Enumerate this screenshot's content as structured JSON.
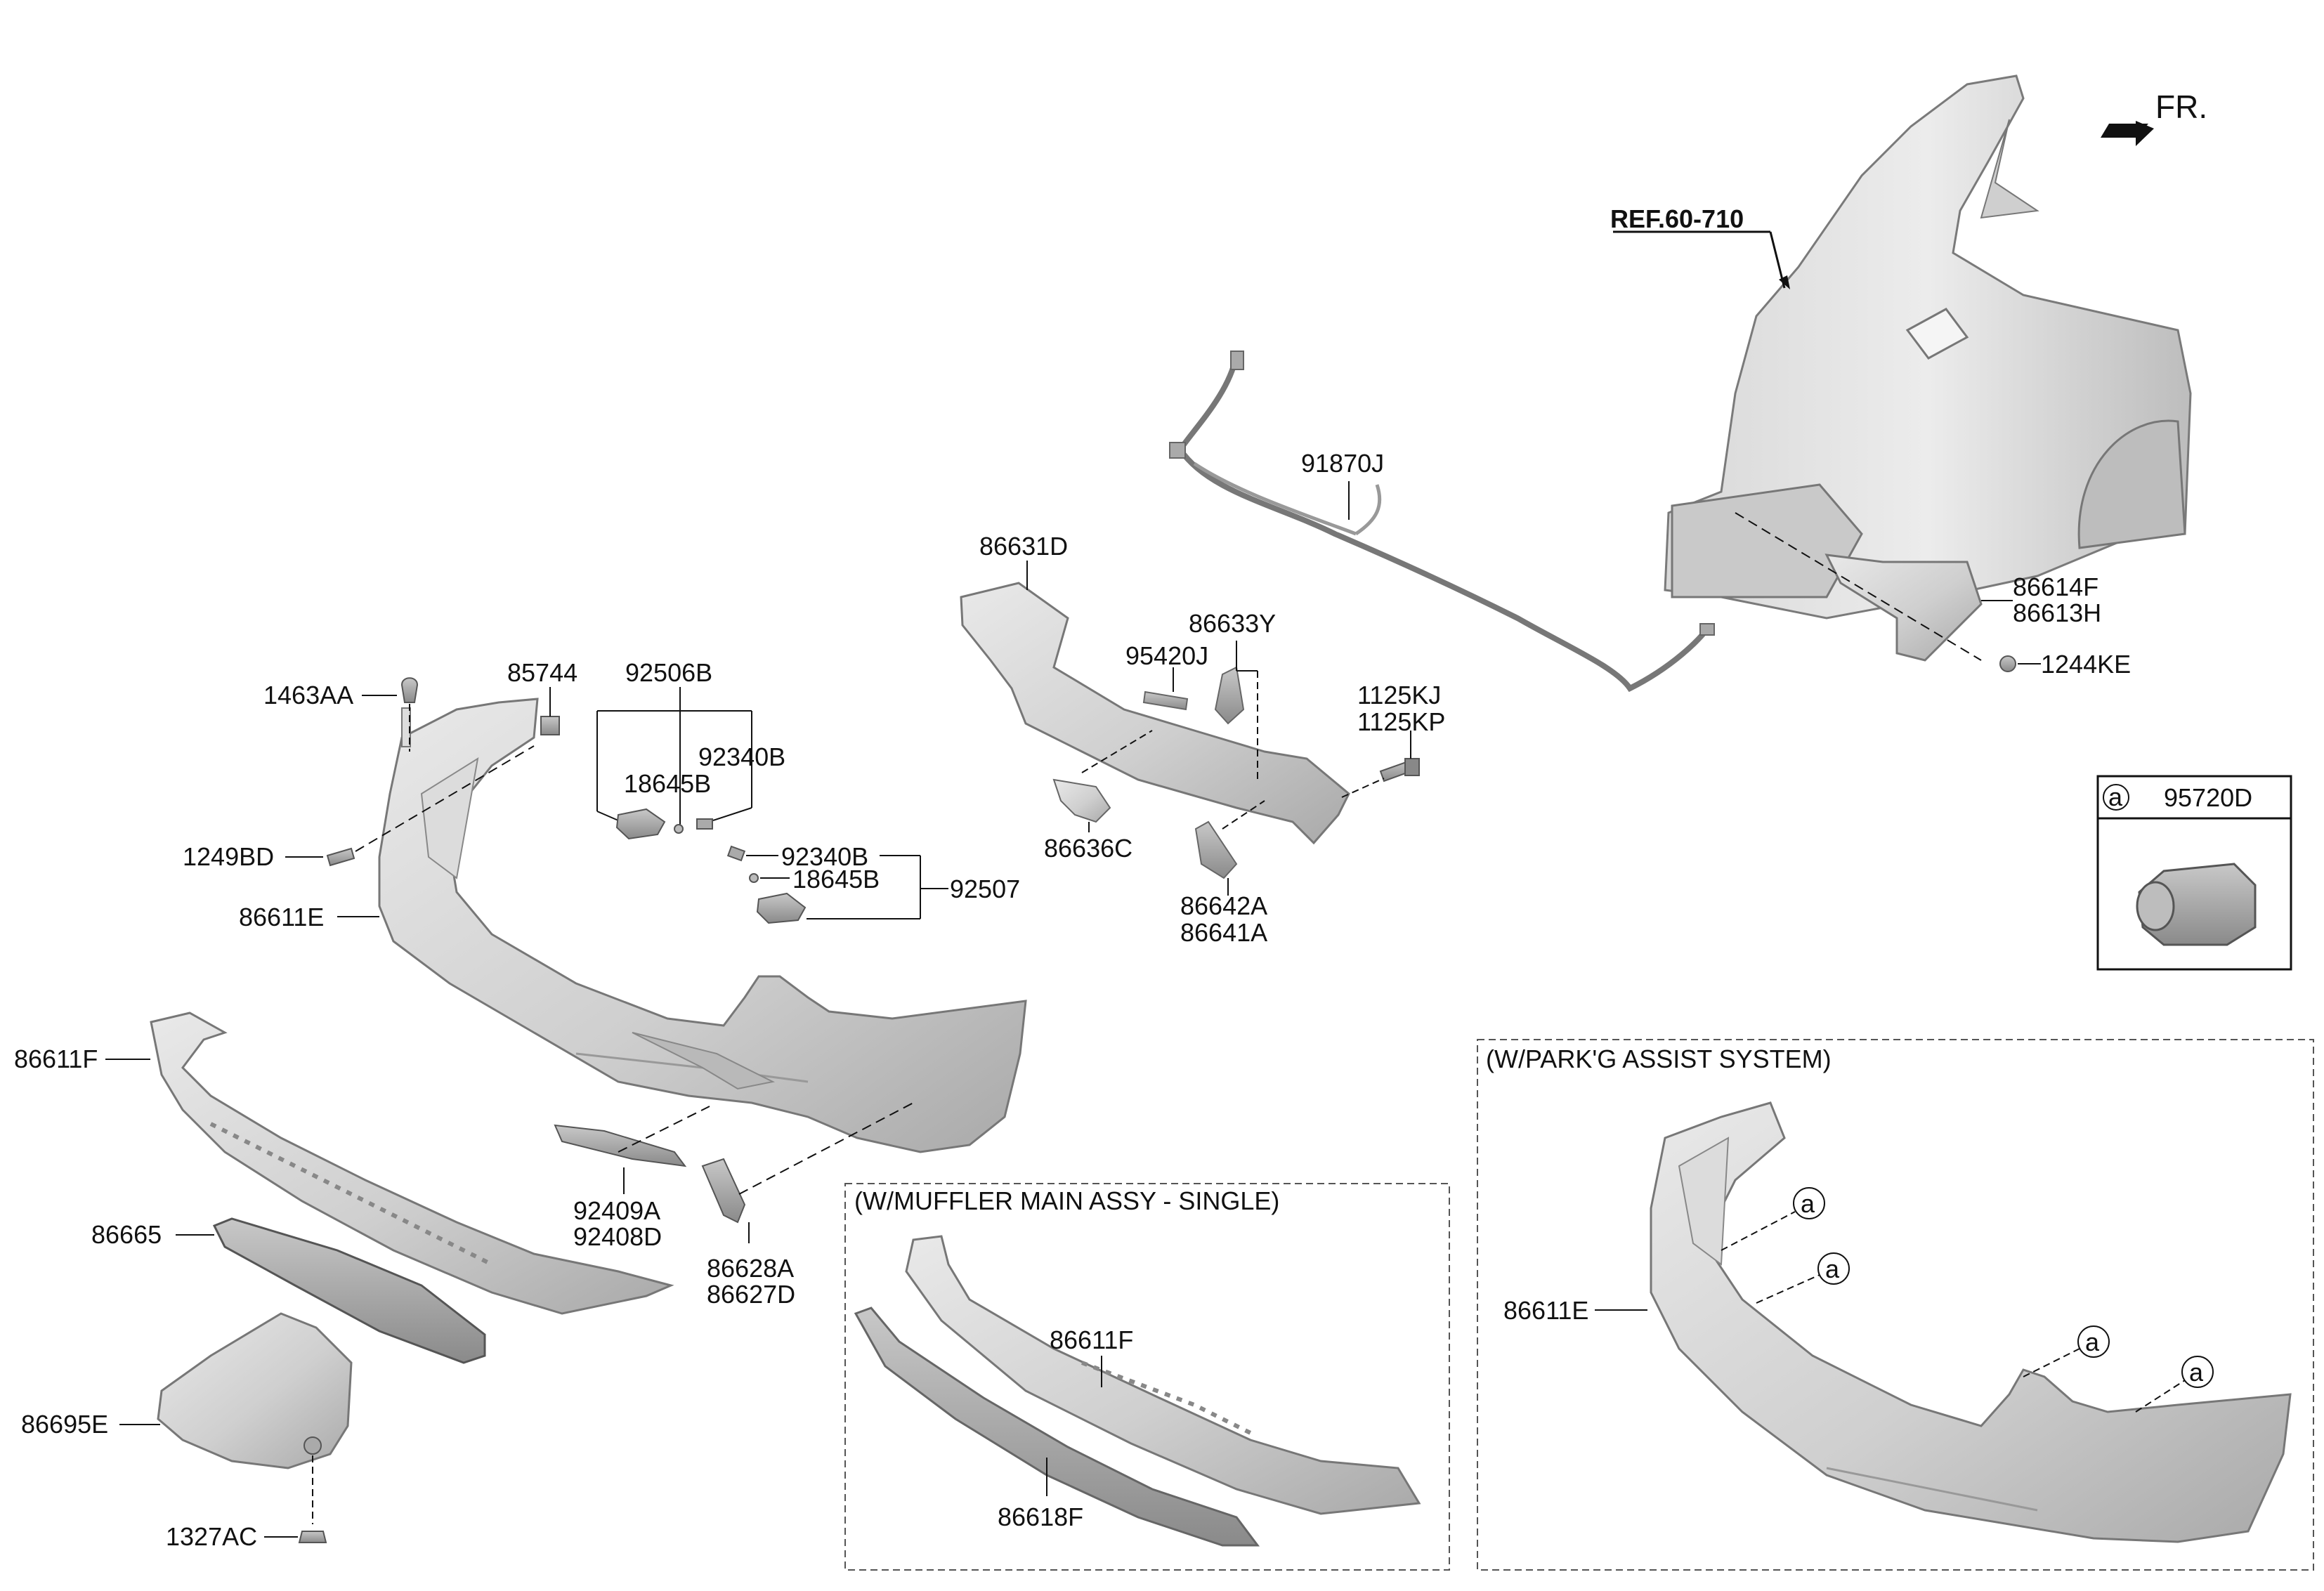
{
  "labels": {
    "fr": "FR.",
    "ref_60_710": "REF.60-710",
    "p91870J": "91870J",
    "p86614F": "86614F",
    "p86613H": "86613H",
    "p1244KE": "1244KE",
    "p86631D": "86631D",
    "p86633Y": "86633Y",
    "p95420J": "95420J",
    "p1125KJ": "1125KJ",
    "p1125KP": "1125KP",
    "p86636C": "86636C",
    "p86642A": "86642A",
    "p86641A": "86641A",
    "p1463AA": "1463AA",
    "p85744": "85744",
    "p92506B": "92506B",
    "p18645B_a": "18645B",
    "p92340B_a": "92340B",
    "p92340B_b": "92340B",
    "p18645B_b": "18645B",
    "p92507": "92507",
    "p1249BD": "1249BD",
    "p86611E": "86611E",
    "p86611F": "86611F",
    "p86665": "86665",
    "p86695E": "86695E",
    "p1327AC": "1327AC",
    "p92409A": "92409A",
    "p92408D": "92408D",
    "p86628A": "86628A",
    "p86627D": "86627D",
    "p95720D": "95720D",
    "circle_a": "a"
  },
  "boxes": {
    "muffler_title": "(W/MUFFLER MAIN ASSY - SINGLE)",
    "muffler_86611F": "86611F",
    "muffler_86618F": "86618F",
    "park_title": "(W/PARK'G ASSIST SYSTEM)",
    "park_86611E": "86611E"
  }
}
